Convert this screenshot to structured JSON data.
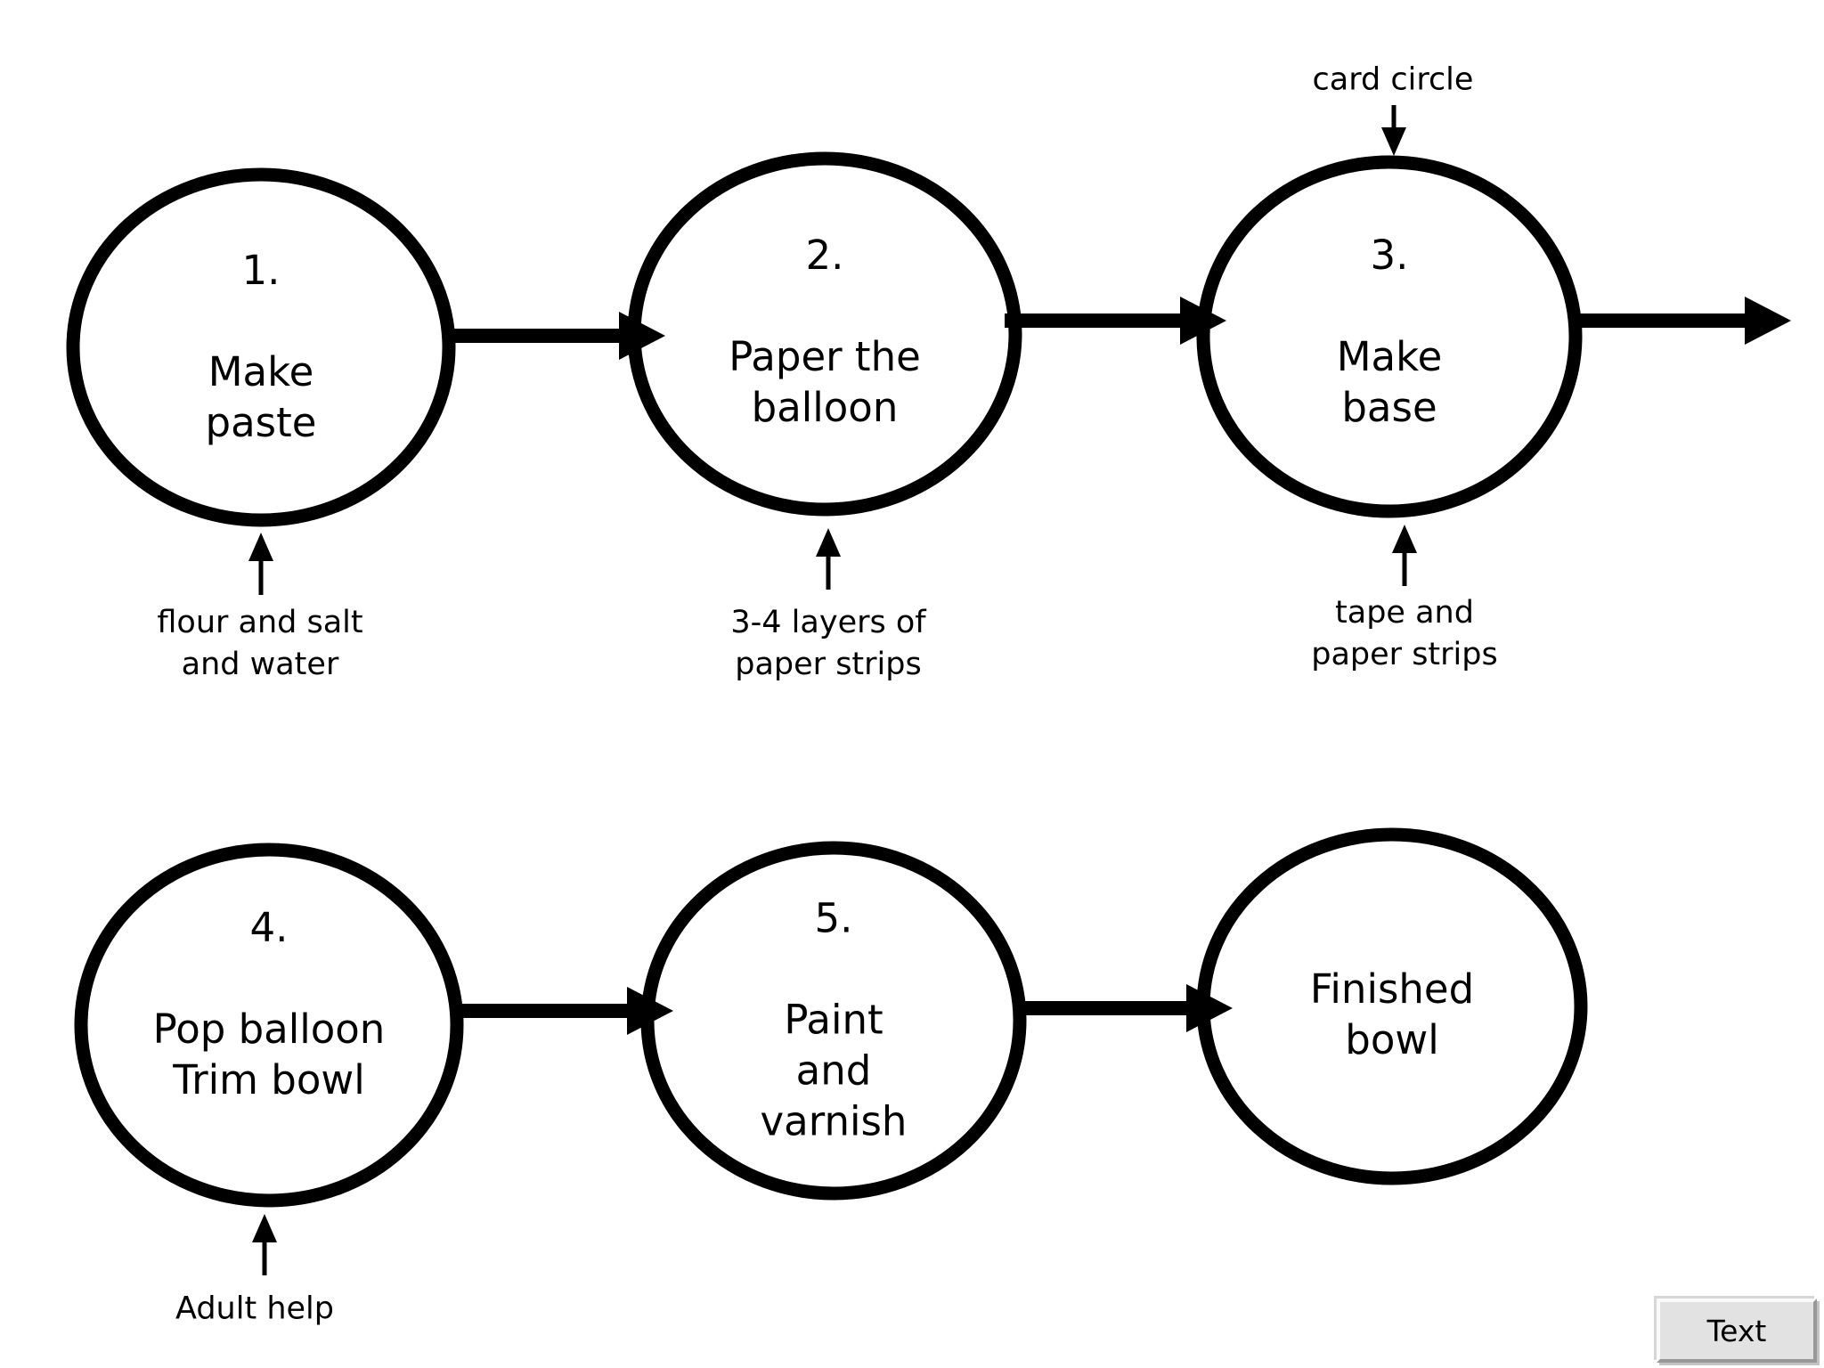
{
  "colors": {
    "bg": "#ffffff",
    "ink": "#000000",
    "button-face": "#e2e2e2",
    "button-highlight": "#fafafa",
    "button-shadow": "#989898"
  },
  "diagram": {
    "type": "flowchart",
    "topic": "papier-mache bowl steps",
    "nodes": [
      {
        "id": "step-1",
        "label": "1.\n\nMake\npaste"
      },
      {
        "id": "step-2",
        "label": "2.\n\nPaper the\nballoon"
      },
      {
        "id": "step-3",
        "label": "3.\n\nMake\nbase"
      },
      {
        "id": "step-4",
        "label": "4.\n\nPop balloon\nTrim bowl"
      },
      {
        "id": "step-5",
        "label": "5.\n\nPaint\nand\nvarnish"
      },
      {
        "id": "step-6",
        "label": "Finished\nbowl"
      }
    ],
    "edges": [
      {
        "from": "step-1",
        "to": "step-2"
      },
      {
        "from": "step-2",
        "to": "step-3"
      },
      {
        "from": "step-3",
        "to": "row-exit"
      },
      {
        "from": "step-4",
        "to": "step-5"
      },
      {
        "from": "step-5",
        "to": "step-6"
      }
    ],
    "annotations": [
      {
        "target": "step-1",
        "position": "below",
        "label": "flour and salt\nand water"
      },
      {
        "target": "step-2",
        "position": "below",
        "label": "3-4 layers of\npaper strips"
      },
      {
        "target": "step-3",
        "position": "above",
        "label": "card circle"
      },
      {
        "target": "step-3",
        "position": "below",
        "label": "tape and\npaper strips"
      },
      {
        "target": "step-4",
        "position": "below",
        "label": "Adult help"
      }
    ]
  },
  "toolbar": {
    "text_button_label": "Text"
  }
}
